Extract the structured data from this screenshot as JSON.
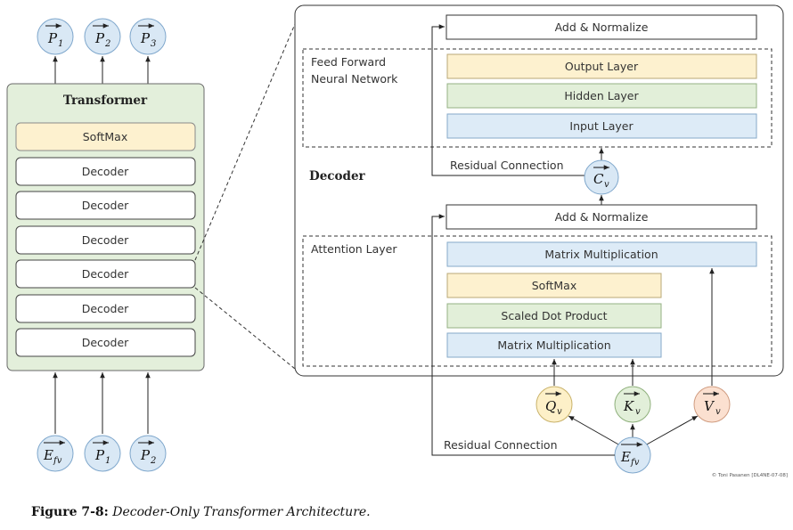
{
  "left_stack": {
    "title": "Transformer",
    "layers": [
      "SoftMax",
      "Decoder",
      "Decoder",
      "Decoder",
      "Decoder",
      "Decoder",
      "Decoder"
    ],
    "outputs": [
      {
        "sym": "P",
        "sub": "1"
      },
      {
        "sym": "P",
        "sub": "2"
      },
      {
        "sym": "P",
        "sub": "3"
      }
    ],
    "inputs": [
      {
        "sym": "E",
        "sub": "fv"
      },
      {
        "sym": "P",
        "sub": "1"
      },
      {
        "sym": "P",
        "sub": "2"
      }
    ]
  },
  "decoder_detail": {
    "title": "Decoder",
    "add_norm_top": "Add & Normalize",
    "ffnn_label_line1": "Feed Forward",
    "ffnn_label_line2": "Neural Network",
    "output_layer": "Output Layer",
    "hidden_layer": "Hidden Layer",
    "input_layer": "Input Layer",
    "residual_top": "Residual Connection",
    "context_vector": {
      "sym": "C",
      "sub": "v"
    },
    "add_norm_bottom": "Add & Normalize",
    "attention_label": "Attention Layer",
    "matmul_top": "Matrix Multiplication",
    "softmax": "SoftMax",
    "scaled_dot": "Scaled Dot Product",
    "matmul_bottom": "Matrix Multiplication",
    "q": {
      "sym": "Q",
      "sub": "v"
    },
    "k": {
      "sym": "K",
      "sub": "v"
    },
    "v": {
      "sym": "V",
      "sub": "v"
    },
    "e": {
      "sym": "E",
      "sub": "fv"
    },
    "residual_bottom": "Residual Connection"
  },
  "credit": "© Toni Pasanen [DL4NE-07-08]",
  "caption": {
    "label": "Figure 7-8:",
    "text": "Decoder-Only Transformer Architecture."
  },
  "colors": {
    "green_panel": "#e3efdb",
    "yellow": "#fdf1cf",
    "green": "#e2efd9",
    "blue": "#ddebf7",
    "circle_blue": "#d9e8f5",
    "circle_yellow": "#fdf0c8",
    "circle_green": "#e2efd9",
    "circle_orange": "#fbe0d0"
  }
}
